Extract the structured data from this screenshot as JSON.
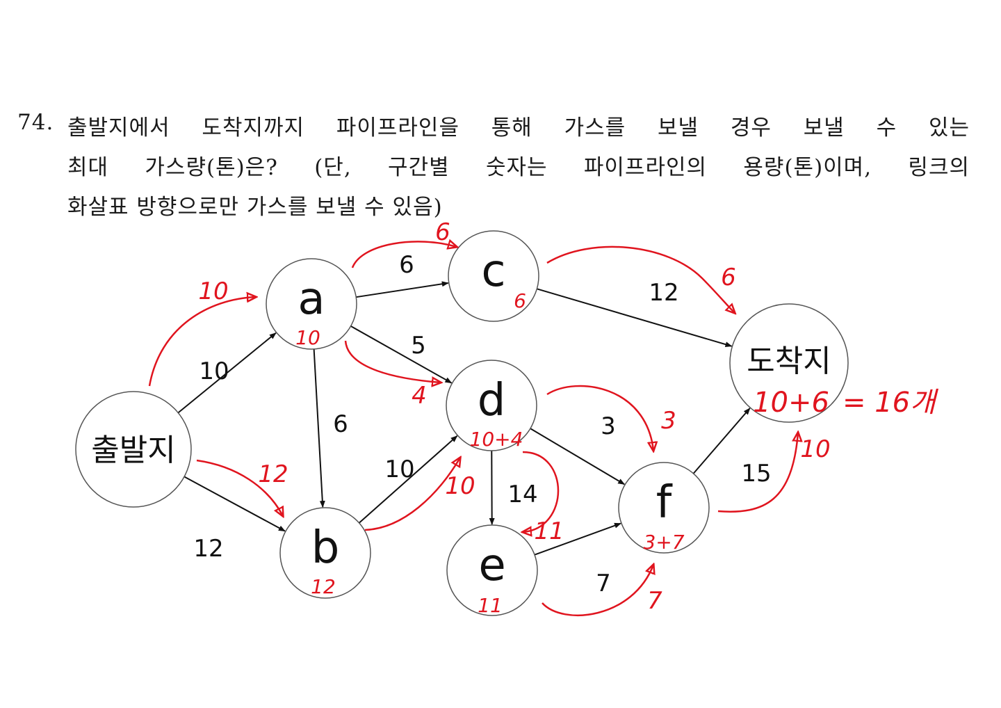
{
  "question": {
    "number": "74.",
    "lines": [
      "출발지에서 도착지까지 파이프라인을 통해 가스를 보낼 경우 보낼 수 있는",
      "최대 가스량(톤)은? (단, 구간별 숫자는 파이프라인의 용량(톤)이며, 링크의",
      "화살표 방향으로만 가스를 보낼 수 있음)"
    ]
  },
  "nodes": [
    {
      "id": "s",
      "label": "출발지",
      "flow": ""
    },
    {
      "id": "a",
      "label": "a",
      "flow": "10"
    },
    {
      "id": "b",
      "label": "b",
      "flow": "12"
    },
    {
      "id": "c",
      "label": "c",
      "flow": "6"
    },
    {
      "id": "d",
      "label": "d",
      "flow": "10+4"
    },
    {
      "id": "e",
      "label": "e",
      "flow": "11"
    },
    {
      "id": "f",
      "label": "f",
      "flow": "3+7"
    },
    {
      "id": "t",
      "label": "도착지",
      "flow": "10+6"
    }
  ],
  "edges": [
    {
      "from": "s",
      "to": "a",
      "capacity": "10",
      "flow": "10"
    },
    {
      "from": "s",
      "to": "b",
      "capacity": "12",
      "flow": "12"
    },
    {
      "from": "a",
      "to": "c",
      "capacity": "6",
      "flow": "6"
    },
    {
      "from": "a",
      "to": "d",
      "capacity": "5",
      "flow": "4"
    },
    {
      "from": "a",
      "to": "b",
      "capacity": "6",
      "flow": ""
    },
    {
      "from": "b",
      "to": "d",
      "capacity": "10",
      "flow": "10"
    },
    {
      "from": "c",
      "to": "t",
      "capacity": "12",
      "flow": "6"
    },
    {
      "from": "d",
      "to": "f",
      "capacity": "3",
      "flow": "3"
    },
    {
      "from": "d",
      "to": "e",
      "capacity": "14",
      "flow": "11"
    },
    {
      "from": "e",
      "to": "f",
      "capacity": "7",
      "flow": "7"
    },
    {
      "from": "f",
      "to": "t",
      "capacity": "15",
      "flow": "10"
    }
  ],
  "result": "= 16개",
  "colors": {
    "annotation": "#e0141e",
    "ink": "#111111"
  }
}
